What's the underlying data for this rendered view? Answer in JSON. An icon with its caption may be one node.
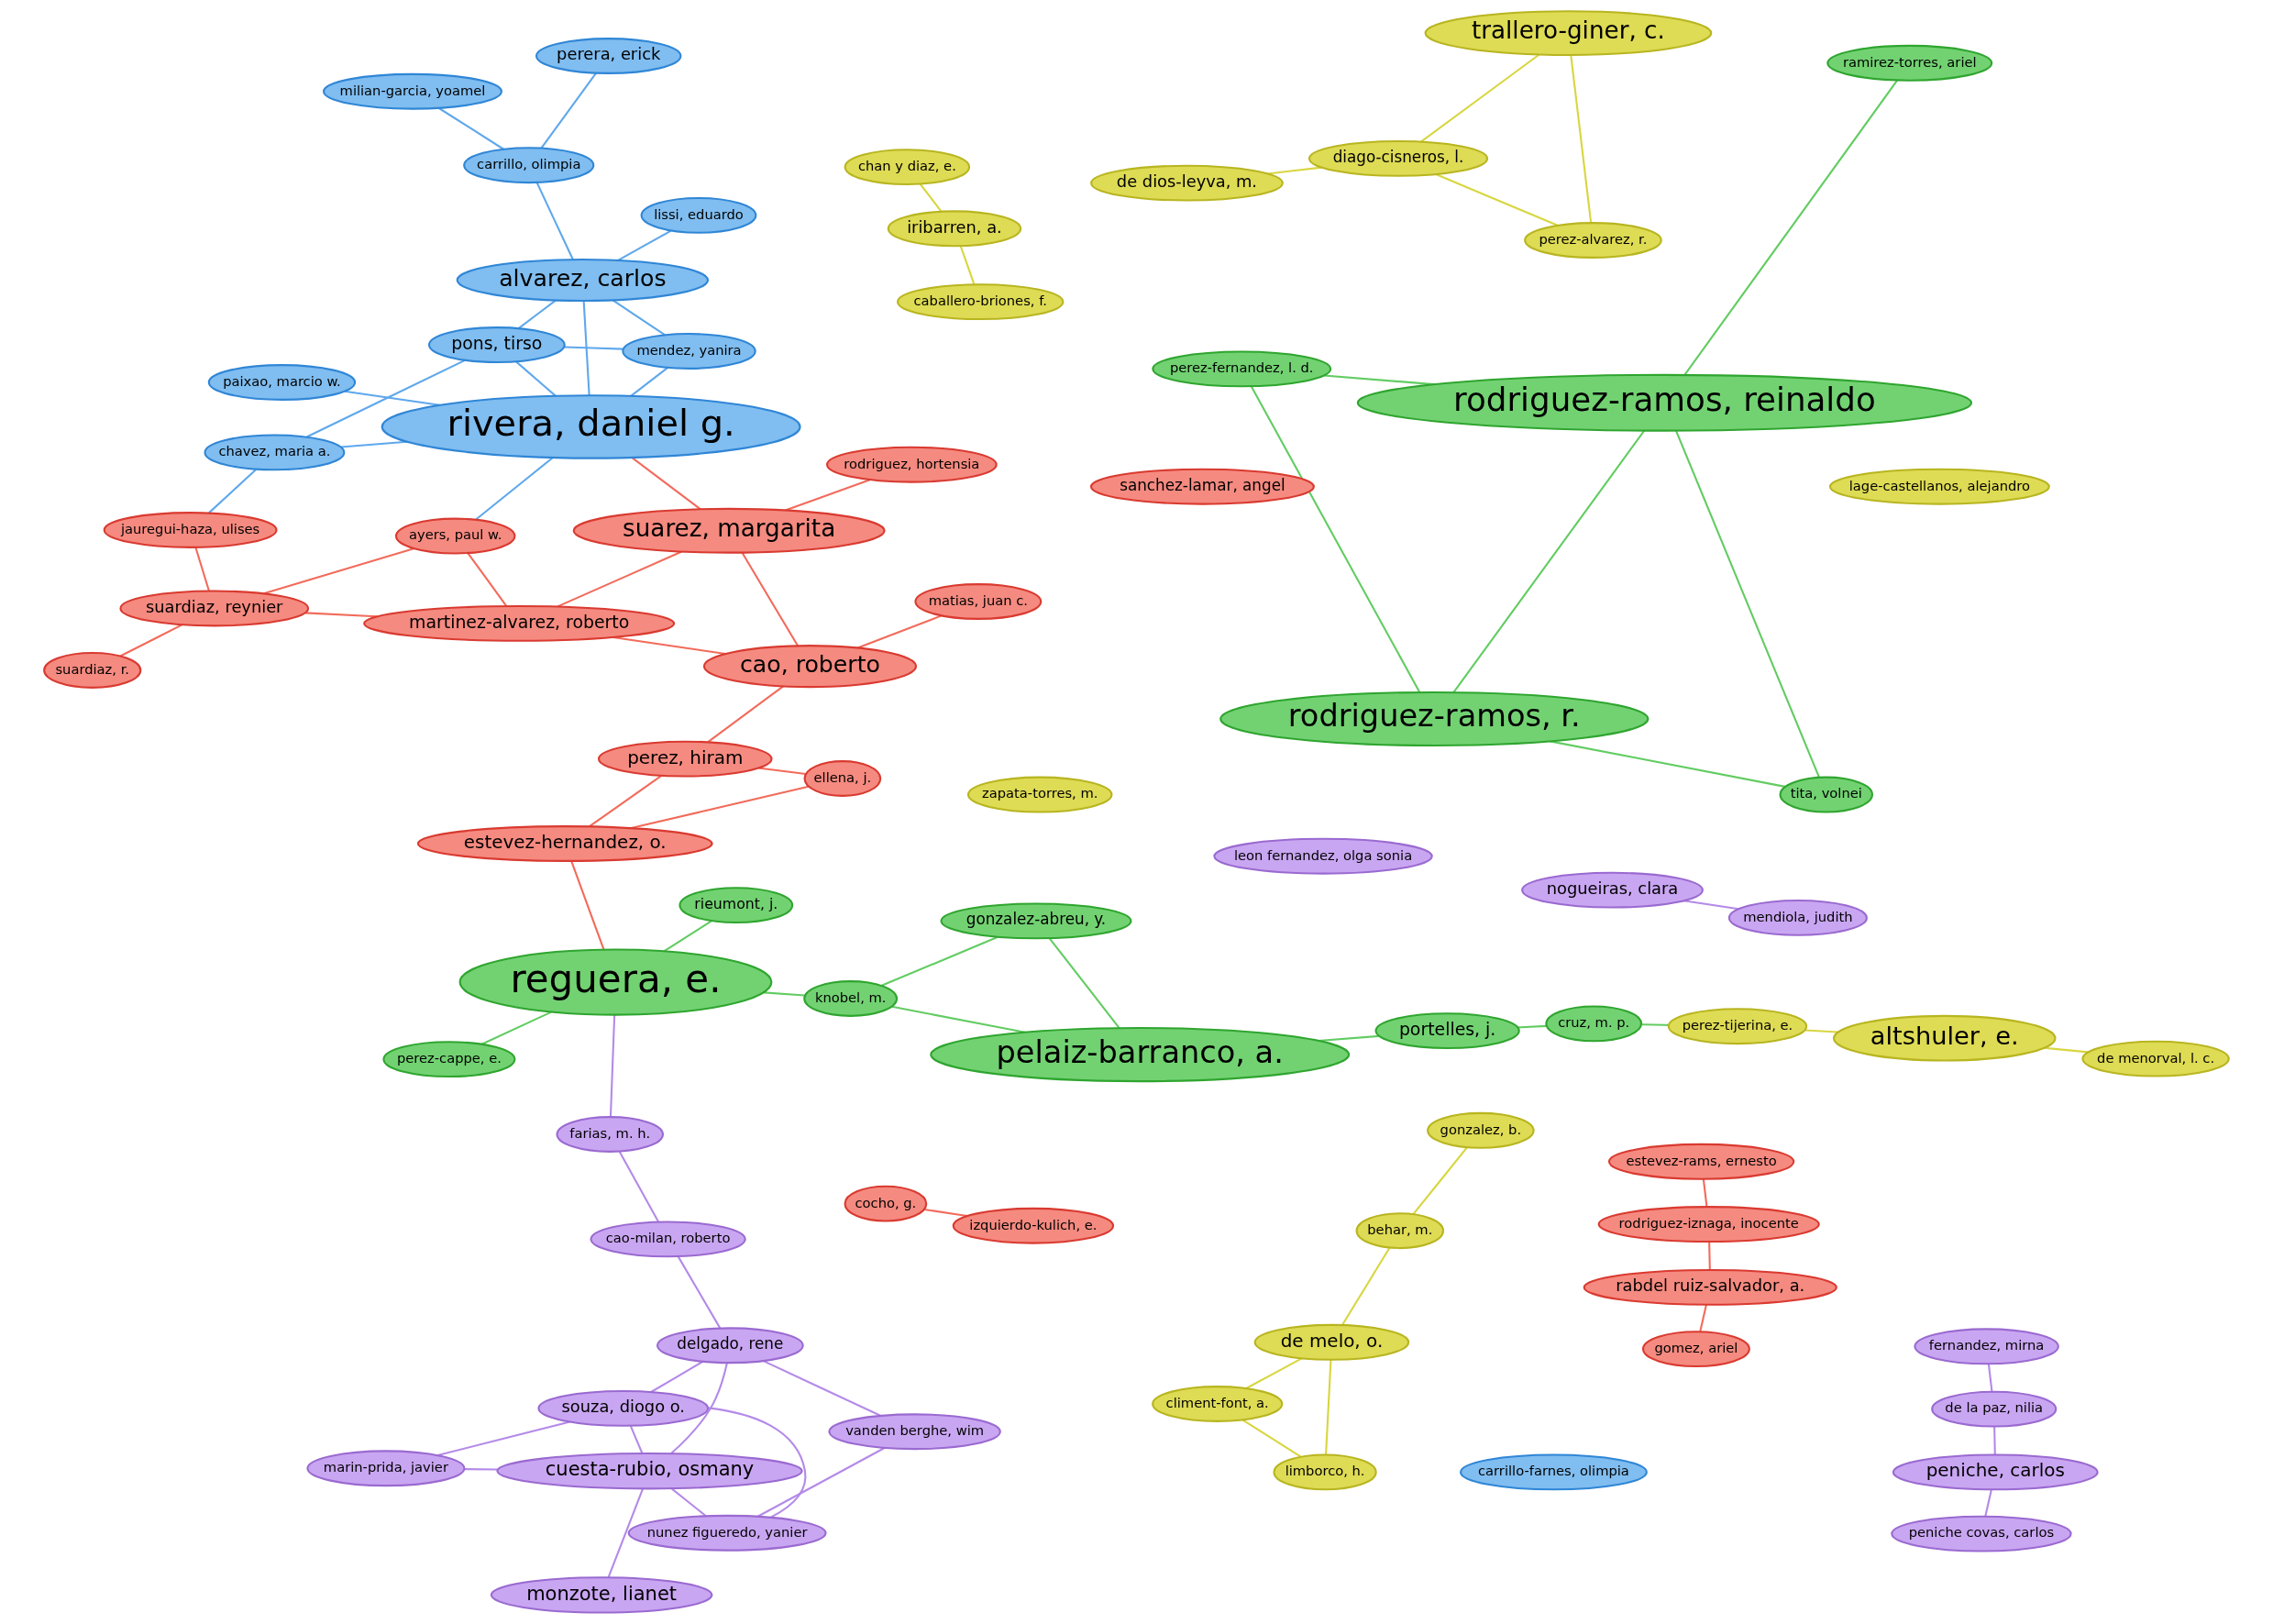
{
  "diagram": {
    "nodes": [
      {
        "text": [
          "peniche covas, carlos"
        ]
      },
      {
        "text": [
          "peniche, carlos"
        ]
      },
      {
        "text": [
          "de la paz, nilia"
        ]
      },
      {
        "text": [
          "fernandez, mirna"
        ]
      },
      {
        "text": [
          "chan y diaz, e."
        ]
      },
      {
        "text": [
          "de dios-leyva, m."
        ]
      },
      {
        "text": [
          "iribarren, a."
        ]
      },
      {
        "text": [
          "leon fernandez, olga sonia"
        ]
      },
      {
        "text": [
          "diago-cisneros, l."
        ]
      },
      {
        "text": [
          "climent-font, a."
        ]
      },
      {
        "text": [
          "caballero-briones, f."
        ]
      },
      {
        "text": [
          "marin-prida, javier"
        ]
      },
      {
        "text": [
          "de melo, o."
        ]
      },
      {
        "text": [
          "perez-alvarez, r."
        ]
      },
      {
        "text": [
          "de menorval, l. c."
        ]
      },
      {
        "text": [
          "zapata-torres, m."
        ]
      },
      {
        "text": [
          "limborco, h."
        ]
      },
      {
        "text": [
          "behar, m."
        ]
      },
      {
        "text": [
          "cuesta-rubio, osmany"
        ]
      },
      {
        "text": [
          "souza, diogo o."
        ]
      },
      {
        "text": [
          "trallero-giner, c."
        ]
      },
      {
        "text": [
          "altshuler, e."
        ]
      },
      {
        "text": [
          "gonzalez, b."
        ]
      },
      {
        "text": [
          "nunez figueredo, yanier"
        ]
      },
      {
        "text": [
          "monzote, lianet"
        ]
      },
      {
        "text": [
          "perez-tijerina, e."
        ]
      },
      {
        "text": [
          "vanden berghe, wim"
        ]
      },
      {
        "text": [
          "cruz, m. p."
        ]
      },
      {
        "text": [
          "delgado, rene"
        ]
      },
      {
        "text": [
          "nogueiras, clara"
        ]
      },
      {
        "text": [
          "perez-cappe, e."
        ]
      },
      {
        "text": [
          "suardiaz, r."
        ]
      },
      {
        "text": [
          "portelles, j."
        ]
      },
      {
        "text": [
          "mendiola, judith"
        ]
      },
      {
        "text": [
          "sanchez-lamar, angel"
        ]
      },
      {
        "text": [
          "carrillo-farnes, olimpia"
        ]
      },
      {
        "text": [
          "reguera, e."
        ]
      },
      {
        "text": [
          "farias, m. h."
        ]
      },
      {
        "text": [
          "cao-milan, roberto"
        ]
      },
      {
        "text": [
          "gonzalez-abreu, y."
        ]
      },
      {
        "text": [
          "chavez, maria a."
        ]
      },
      {
        "text": [
          "perera, erick"
        ]
      },
      {
        "text": [
          "knobel, m."
        ]
      },
      {
        "text": [
          "jauregui-haza, ulises"
        ]
      },
      {
        "text": [
          "estevez-hernandez, o."
        ]
      },
      {
        "text": [
          "pons, tirso"
        ]
      },
      {
        "text": [
          "carrillo, olimpia"
        ]
      },
      {
        "text": [
          "pelaiz-barranco, a."
        ]
      },
      {
        "text": [
          "ellena, j."
        ]
      },
      {
        "text": [
          "suardiaz, reynier"
        ]
      },
      {
        "text": [
          "milian-garcia, yoamel"
        ]
      },
      {
        "text": [
          "perez, hiram"
        ]
      },
      {
        "text": [
          "alvarez, carlos"
        ]
      },
      {
        "text": [
          "rieumont, j."
        ]
      },
      {
        "text": [
          "ayers, paul w."
        ]
      },
      {
        "text": [
          "mendez, yanira"
        ]
      },
      {
        "text": [
          "perez-fernandez, l. d."
        ]
      },
      {
        "text": [
          "lage-castellanos, alejandro"
        ]
      },
      {
        "text": [
          "cao, roberto"
        ]
      },
      {
        "text": [
          "lissi, eduardo"
        ]
      },
      {
        "text": [
          "rivera, daniel g."
        ]
      },
      {
        "text": [
          "cocho, g."
        ]
      },
      {
        "text": [
          "izquierdo-kulich, e."
        ]
      },
      {
        "text": [
          "matias, juan c."
        ]
      },
      {
        "text": [
          "rodriguez-ramos, r."
        ]
      },
      {
        "text": [
          "martinez-alvarez, roberto"
        ]
      },
      {
        "text": [
          "paixao, marcio w."
        ]
      },
      {
        "text": [
          "suarez, margarita"
        ]
      },
      {
        "text": [
          "tita, volnei"
        ]
      },
      {
        "text": [
          "rodriguez, hortensia"
        ]
      },
      {
        "text": [
          "rodriguez-ramos, reinaldo"
        ]
      },
      {
        "text": [
          "ramirez-torres, ariel"
        ]
      },
      {
        "text": [
          "gomez, ariel"
        ]
      },
      {
        "text": [
          "rabdel ruiz-salvador, a."
        ]
      },
      {
        "text": [
          "rodriguez-iznaga, inocente"
        ]
      },
      {
        "text": [
          "estevez-rams, ernesto"
        ]
      }
    ],
    "edges": [
      {
        "from": 1,
        "to": 0,
        "arrow": "none",
        "color": "#b48ae8"
      },
      {
        "from": 1,
        "to": 2,
        "arrow": "none",
        "color": "#b48ae8"
      },
      {
        "from": 2,
        "to": 3,
        "arrow": "none",
        "color": "#b48ae8"
      },
      {
        "from": 18,
        "to": 11,
        "arrow": "none",
        "color": "#b48ae8"
      },
      {
        "from": 18,
        "to": 19,
        "arrow": "none",
        "color": "#b48ae8"
      },
      {
        "from": 18,
        "to": 24,
        "arrow": "none",
        "color": "#b48ae8"
      },
      {
        "from": 11,
        "to": 19,
        "arrow": "none",
        "color": "#b48ae8"
      },
      {
        "from": 19,
        "to": 23,
        "arrow": "none",
        "color": "#b48ae8"
      },
      {
        "from": 23,
        "to": 26,
        "arrow": "none",
        "color": "#b48ae8"
      },
      {
        "from": 26,
        "to": 28,
        "arrow": "none",
        "color": "#b48ae8"
      },
      {
        "from": 19,
        "to": 28,
        "arrow": "none",
        "color": "#b48ae8"
      },
      {
        "from": 18,
        "to": 28,
        "arrow": "none",
        "color": "#b48ae8"
      },
      {
        "from": 28,
        "to": 38,
        "arrow": "none",
        "color": "#b48ae8"
      },
      {
        "from": 38,
        "to": 37,
        "arrow": "none",
        "color": "#b48ae8"
      },
      {
        "from": 37,
        "to": 36,
        "arrow": "none",
        "color": "#b48ae8"
      },
      {
        "from": 29,
        "to": 33,
        "arrow": "none",
        "color": "#b48ae8"
      },
      {
        "from": 18,
        "to": 23,
        "arrow": "none",
        "color": "#b48ae8"
      },
      {
        "from": 60,
        "to": 52,
        "arrow": "none",
        "color": "#5fa8ec"
      },
      {
        "from": 60,
        "to": 55,
        "arrow": "none",
        "color": "#5fa8ec"
      },
      {
        "from": 60,
        "to": 45,
        "arrow": "none",
        "color": "#5fa8ec"
      },
      {
        "from": 60,
        "to": 40,
        "arrow": "none",
        "color": "#5fa8ec"
      },
      {
        "from": 52,
        "to": 45,
        "arrow": "none",
        "color": "#5fa8ec"
      },
      {
        "from": 52,
        "to": 55,
        "arrow": "none",
        "color": "#5fa8ec"
      },
      {
        "from": 52,
        "to": 59,
        "arrow": "none",
        "color": "#5fa8ec"
      },
      {
        "from": 45,
        "to": 40,
        "arrow": "none",
        "color": "#5fa8ec"
      },
      {
        "from": 45,
        "to": 55,
        "arrow": "none",
        "color": "#5fa8ec"
      },
      {
        "from": 41,
        "to": 46,
        "arrow": "none",
        "color": "#5fa8ec"
      },
      {
        "from": 46,
        "to": 50,
        "arrow": "none",
        "color": "#5fa8ec"
      },
      {
        "from": 52,
        "to": 46,
        "arrow": "none",
        "color": "#5fa8ec"
      },
      {
        "from": 60,
        "to": 66,
        "arrow": "none",
        "color": "#5fa8ec"
      },
      {
        "from": 40,
        "to": 43,
        "arrow": "none",
        "color": "#5fa8ec"
      },
      {
        "from": 60,
        "to": 54,
        "arrow": "none",
        "color": "#5fa8ec"
      },
      {
        "from": 43,
        "to": 49,
        "arrow": "none",
        "color": "#f26b5b"
      },
      {
        "from": 49,
        "to": 54,
        "arrow": "none",
        "color": "#f26b5b"
      },
      {
        "from": 49,
        "to": 65,
        "arrow": "none",
        "color": "#f26b5b"
      },
      {
        "from": 54,
        "to": 65,
        "arrow": "none",
        "color": "#f26b5b"
      },
      {
        "from": 65,
        "to": 67,
        "arrow": "none",
        "color": "#f26b5b"
      },
      {
        "from": 67,
        "to": 69,
        "arrow": "none",
        "color": "#f26b5b"
      },
      {
        "from": 58,
        "to": 51,
        "arrow": "none",
        "color": "#f26b5b"
      },
      {
        "from": 58,
        "to": 65,
        "arrow": "none",
        "color": "#f26b5b"
      },
      {
        "from": 58,
        "to": 63,
        "arrow": "none",
        "color": "#f26b5b"
      },
      {
        "from": 51,
        "to": 44,
        "arrow": "none",
        "color": "#f26b5b"
      },
      {
        "from": 44,
        "to": 48,
        "arrow": "none",
        "color": "#f26b5b"
      },
      {
        "from": 44,
        "to": 36,
        "arrow": "none",
        "color": "#f26b5b"
      },
      {
        "from": 51,
        "to": 48,
        "arrow": "none",
        "color": "#f26b5b"
      },
      {
        "from": 49,
        "to": 31,
        "arrow": "none",
        "color": "#f26b5b"
      },
      {
        "from": 58,
        "to": 67,
        "arrow": "none",
        "color": "#f26b5b"
      },
      {
        "from": 60,
        "to": 67,
        "arrow": "none",
        "color": "#f26b5b"
      },
      {
        "from": 61,
        "to": 62,
        "arrow": "none",
        "color": "#f26b5b"
      },
      {
        "from": 72,
        "to": 73,
        "arrow": "none",
        "color": "#f26b5b"
      },
      {
        "from": 73,
        "to": 74,
        "arrow": "none",
        "color": "#f26b5b"
      },
      {
        "from": 74,
        "to": 75,
        "arrow": "none",
        "color": "#f26b5b"
      },
      {
        "from": 36,
        "to": 42,
        "arrow": "none",
        "color": "#62cc62"
      },
      {
        "from": 42,
        "to": 39,
        "arrow": "none",
        "color": "#62cc62"
      },
      {
        "from": 39,
        "to": 47,
        "arrow": "none",
        "color": "#62cc62"
      },
      {
        "from": 47,
        "to": 32,
        "arrow": "none",
        "color": "#62cc62"
      },
      {
        "from": 32,
        "to": 27,
        "arrow": "none",
        "color": "#62cc62"
      },
      {
        "from": 27,
        "to": 25,
        "arrow": "none",
        "color": "#62cc62"
      },
      {
        "from": 36,
        "to": 30,
        "arrow": "none",
        "color": "#62cc62"
      },
      {
        "from": 36,
        "to": 53,
        "arrow": "none",
        "color": "#62cc62"
      },
      {
        "from": 47,
        "to": 42,
        "arrow": "none",
        "color": "#62cc62"
      },
      {
        "from": 64,
        "to": 56,
        "arrow": "none",
        "color": "#62cc62"
      },
      {
        "from": 64,
        "to": 68,
        "arrow": "none",
        "color": "#62cc62"
      },
      {
        "from": 68,
        "to": 70,
        "arrow": "none",
        "color": "#62cc62"
      },
      {
        "from": 70,
        "to": 71,
        "arrow": "none",
        "color": "#62cc62"
      },
      {
        "from": 56,
        "to": 70,
        "arrow": "none",
        "color": "#62cc62"
      },
      {
        "from": 64,
        "to": 70,
        "arrow": "none",
        "color": "#62cc62"
      },
      {
        "from": 5,
        "to": 8,
        "arrow": "none",
        "color": "#d8d640"
      },
      {
        "from": 8,
        "to": 13,
        "arrow": "none",
        "color": "#d8d640"
      },
      {
        "from": 13,
        "to": 20,
        "arrow": "none",
        "color": "#d8d640"
      },
      {
        "from": 8,
        "to": 20,
        "arrow": "none",
        "color": "#d8d640"
      },
      {
        "from": 9,
        "to": 12,
        "arrow": "none",
        "color": "#d8d640"
      },
      {
        "from": 12,
        "to": 16,
        "arrow": "none",
        "color": "#d8d640"
      },
      {
        "from": 12,
        "to": 17,
        "arrow": "none",
        "color": "#d8d640"
      },
      {
        "from": 17,
        "to": 22,
        "arrow": "none",
        "color": "#d8d640"
      },
      {
        "from": 16,
        "to": 9,
        "arrow": "none",
        "color": "#d8d640"
      },
      {
        "from": 6,
        "to": 4,
        "arrow": "none",
        "color": "#d8d640"
      },
      {
        "from": 6,
        "to": 10,
        "arrow": "none",
        "color": "#d8d640"
      },
      {
        "from": 21,
        "to": 14,
        "arrow": "none",
        "color": "#d8d640"
      },
      {
        "from": 21,
        "to": 25,
        "arrow": "none",
        "color": "#d8d640"
      }
    ]
  }
}
